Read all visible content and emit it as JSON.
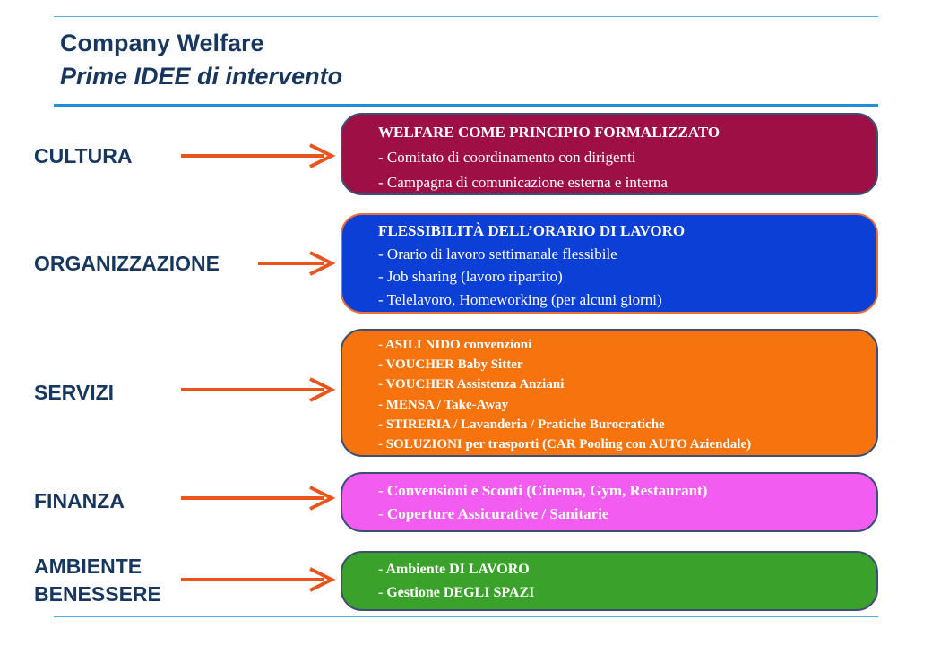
{
  "header": {
    "title": "Company Welfare",
    "subtitle": "Prime IDEE  di intervento"
  },
  "colors": {
    "title_text": "#17375e",
    "accent_rule": "#1f8fd6",
    "arrow": "#e8541c"
  },
  "rows": [
    {
      "label": "CULTURA",
      "color": "#9e0f45",
      "title": "WELFARE COME PRINCIPIO FORMALIZZATO",
      "items": [
        "- Comitato di coordinamento  con dirigenti",
        "- Campagna  di comunicazione  esterna  e interna"
      ]
    },
    {
      "label": "ORGANIZZAZIONE",
      "color": "#0c3fd6",
      "title": "FLESSIBILITÀ  DELL’ORARIO  DI LAVORO",
      "items": [
        "- Orario di lavoro settimanale  flessibile",
        "- Job sharing  (lavoro ripartito)",
        "- Telelavoro, Homeworking  (per alcuni giorni)"
      ]
    },
    {
      "label": "SERVIZI",
      "color": "#f7730e",
      "items": [
        "- ASILI NIDO convenzioni",
        "- VOUCHER Baby Sitter",
        "- VOUCHER Assistenza  Anziani",
        "- MENSA / Take-Away",
        "- STIRERIA / Lavanderia / Pratiche Burocratiche",
        "- SOLUZIONI per trasporti  (CAR Pooling con AUTO Aziendale)"
      ]
    },
    {
      "label": "FINANZA",
      "color": "#f25cf0",
      "items": [
        "- Convensioni  e Sconti (Cinema,  Gym, Restaurant)",
        "- Coperture  Assicurative  / Sanitarie"
      ]
    },
    {
      "label_line1": "AMBIENTE",
      "label_line2": "BENESSERE",
      "color": "#3aa22a",
      "items": [
        "- Ambiente  DI LAVORO",
        "- Gestione  DEGLI SPAZI"
      ]
    }
  ]
}
